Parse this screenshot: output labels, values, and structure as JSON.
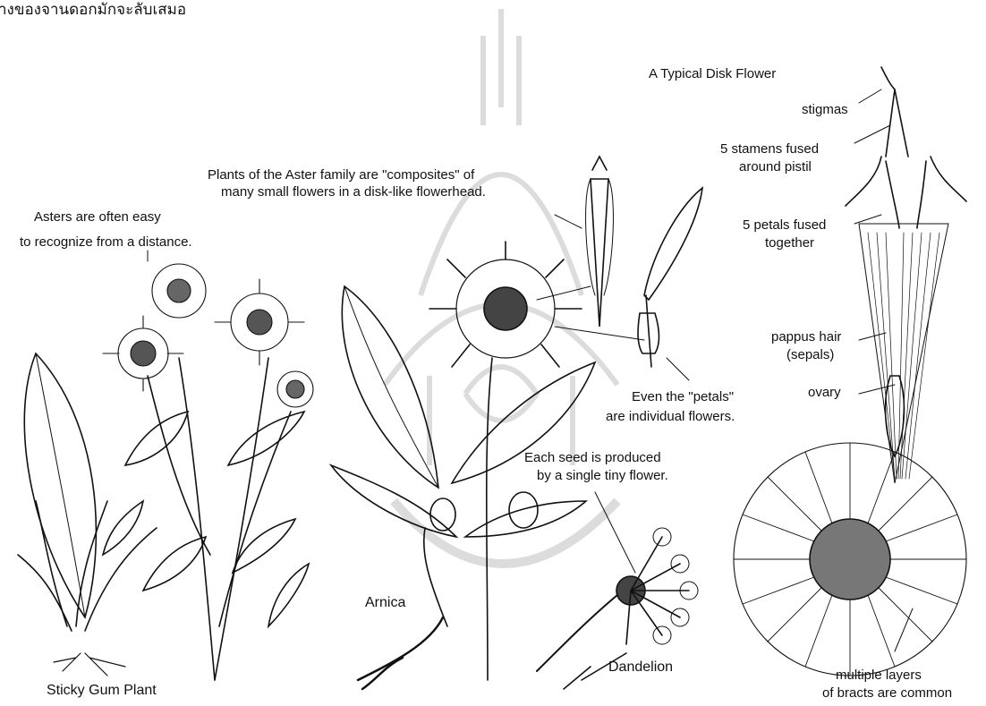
{
  "header_text": "างของจานดอกมักจะลับเสมอ",
  "labels": {
    "asters_1": "Asters are often easy",
    "asters_2": "to recognize from a distance.",
    "sticky": "Sticky Gum Plant",
    "composites_1": "Plants of the Aster family are \"composites\" of",
    "composites_2": "many small flowers in a disk-like flowerhead.",
    "arnica": "Arnica",
    "dandelion": "Dandelion",
    "petals_1": "Even the \"petals\"",
    "petals_2": "are individual flowers.",
    "seed_1": "Each seed is produced",
    "seed_2": "by a single tiny flower.",
    "disk_title": "A Typical Disk Flower",
    "stigmas": "stigmas",
    "stamens_1": "5 stamens fused",
    "stamens_2": "around pistil",
    "petals_fused_1": "5 petals fused",
    "petals_fused_2": "together",
    "pappus_1": "pappus hair",
    "pappus_2": "(sepals)",
    "ovary": "ovary",
    "bracts_1": "multiple layers",
    "bracts_2": "of bracts are common"
  },
  "colors": {
    "ink": "#111111",
    "watermark": "#d9d9d9"
  }
}
